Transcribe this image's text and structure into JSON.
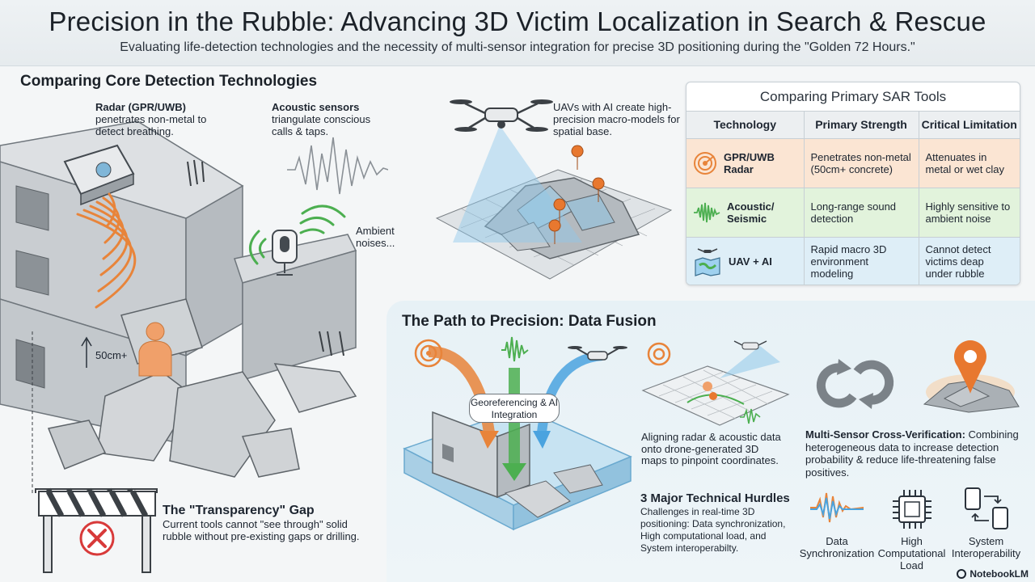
{
  "header": {
    "title": "Precision in the Rubble: Advancing 3D Victim Localization in Search & Rescue",
    "subtitle": "Evaluating life-detection technologies and the necessity of multi-sensor integration for precise 3D positioning during the \"Golden 72 Hours.\""
  },
  "core": {
    "heading": "Comparing Core Detection Technologies",
    "radar_title": "Radar (GPR/UWB)",
    "radar_text": "penetrates non-metal to detect breathing.",
    "acoustic_title": "Acoustic sensors",
    "acoustic_text": "triangulate conscious calls & taps.",
    "ambient_label": "Ambient noises...",
    "uav_text": "UAVs with AI create high-precision macro-models for spatial base.",
    "depth_label": "50cm+",
    "gap_title": "The \"Transparency\" Gap",
    "gap_text": "Current tools cannot \"see through\" solid rubble without pre-existing gaps or drilling."
  },
  "table": {
    "title": "Comparing Primary SAR Tools",
    "headers": [
      "Technology",
      "Primary Strength",
      "Critical Limitation"
    ],
    "rows": [
      {
        "tech": "GPR/UWB Radar",
        "strength": "Penetrates non-metal (50cm+ concrete)",
        "limitation": "Attenuates in metal or wet clay",
        "icon": "radar-icon"
      },
      {
        "tech": "Acoustic/ Seismic",
        "strength": "Long-range sound detection",
        "limitation": "Highly sensitive to ambient noise",
        "icon": "waveform-icon"
      },
      {
        "tech": "UAV + AI",
        "strength": "Rapid macro 3D environment modeling",
        "limitation": "Cannot detect victims deap under rubble",
        "icon": "drone-map-icon"
      }
    ]
  },
  "fusion": {
    "heading": "The Path to Precision: Data Fusion",
    "geo_label": "Georeferencing & AI Integration",
    "align_text": "Aligning radar & acoustic data onto drone-generated 3D maps to pinpoint coordinates.",
    "verify_title": "Multi-Sensor Cross-Verification:",
    "verify_text": "Combining heterogeneous data to increase detection probability & reduce life-threatening false positives.",
    "hurdles_title": "3 Major Technical Hurdles",
    "hurdles_text": "Challenges in real-time 3D positioning: Data synchronization, High computational load, and System interoperabilty.",
    "hurdles": [
      "Data Synchronization",
      "High Computational Load",
      "System Interoperability"
    ]
  },
  "brand": "NotebookLM",
  "colors": {
    "radar": "#e8843a",
    "acoustic": "#4caf50",
    "drone": "#4aa3df",
    "pin": "#e8782f",
    "alert": "#d83a3a"
  }
}
